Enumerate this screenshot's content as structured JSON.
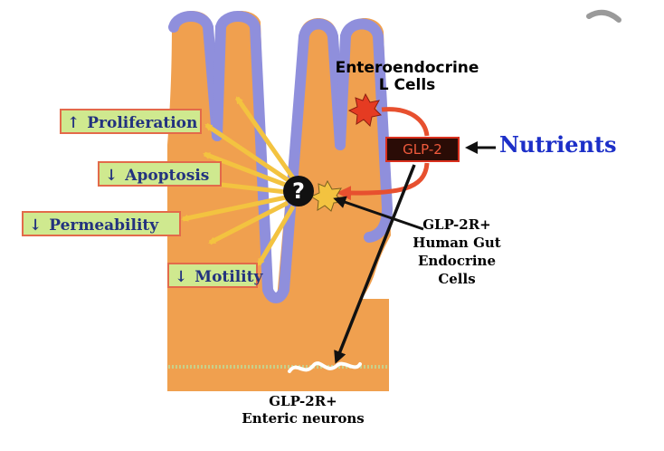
{
  "labels": {
    "enteroendocrine": "Enteroendocrine",
    "l_cells": "L Cells",
    "glp2": "GLP-2",
    "nutrients": "Nutrients",
    "question": "?",
    "gut_cells": [
      "GLP-2R+",
      "Human Gut",
      "Endocrine",
      "Cells"
    ],
    "enteric": [
      "GLP-2R+",
      "Enteric neurons"
    ]
  },
  "effects": [
    {
      "arrow": "↑",
      "label": "Proliferation"
    },
    {
      "arrow": "↓",
      "label": "Apoptosis"
    },
    {
      "arrow": "↓",
      "label": "Permeability"
    },
    {
      "arrow": "↓",
      "label": "Motility"
    }
  ],
  "colors": {
    "tissue": "#f0a04f",
    "villus_edge": "#8f8fdc",
    "effect_arrows": "#f3c340",
    "glp2_arrow": "#e7502f",
    "nutrients": "#1c2fc8",
    "effect_text": "#23327f",
    "effect_bg": "#cfe98f"
  }
}
